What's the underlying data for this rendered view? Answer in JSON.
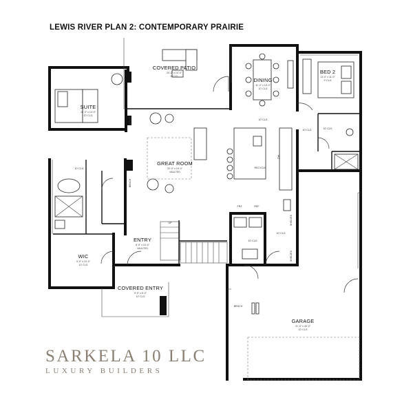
{
  "title": "LEWIS RIVER PLAN 2: CONTEMPORARY PRAIRIE",
  "logo": {
    "name": "SARKELA 10 LLC",
    "tagline": "LUXURY BUILDERS"
  },
  "rooms": {
    "covered_patio": {
      "name": "COVERED PATIO",
      "dims": "20'-0\" x 10'-0\"",
      "ceiling": "9' CLG"
    },
    "dining": {
      "name": "DINING",
      "dims": "11'-0\" x 15'-0\"",
      "ceiling": "10' CLG"
    },
    "bed2": {
      "name": "BED 2",
      "dims": "13'-0\" x 11'-0\"",
      "ceiling": "9' CLG"
    },
    "suite": {
      "name": "SUITE",
      "dims": "15'-0\" x 14'-0\"",
      "ceiling": "10' CLG"
    },
    "great_room": {
      "name": "GREAT ROOM",
      "dims": "20'-0\" x 19'-0\"",
      "ceiling": "VAULTED"
    },
    "entry": {
      "name": "ENTRY",
      "dims": "8'-0\" x 10'-0\"",
      "ceiling": "VAULTED"
    },
    "wic": {
      "name": "WIC",
      "dims": "9'-0\" x 10'-0\"",
      "ceiling": "10' CLG"
    },
    "covered_entry": {
      "name": "COVERED ENTRY",
      "dims": "9'-0\" x 6'-0\"",
      "ceiling": "10' CLG"
    },
    "garage": {
      "name": "GARAGE",
      "dims": "21'-0\" x 40'-0\"",
      "ceiling": "10' CLG"
    }
  },
  "labels": {
    "kitchen_clg": "10' CLG",
    "bath_clg": "10' CLG",
    "master_clg": "10' CLG",
    "laundry_clg": "10' CLG",
    "hall_clg": "10' CLG",
    "pantry_clg": "10' CLG",
    "frz": "FRZ",
    "ref": "REF",
    "bench": "BENCH",
    "up": "UP",
    "recycle": "RECYCLE",
    "bench2": "BENCH",
    "dw": "DW",
    "shelves": "SHELVES",
    "shelves2": "SHELVES",
    "bench3": "BENCH"
  }
}
